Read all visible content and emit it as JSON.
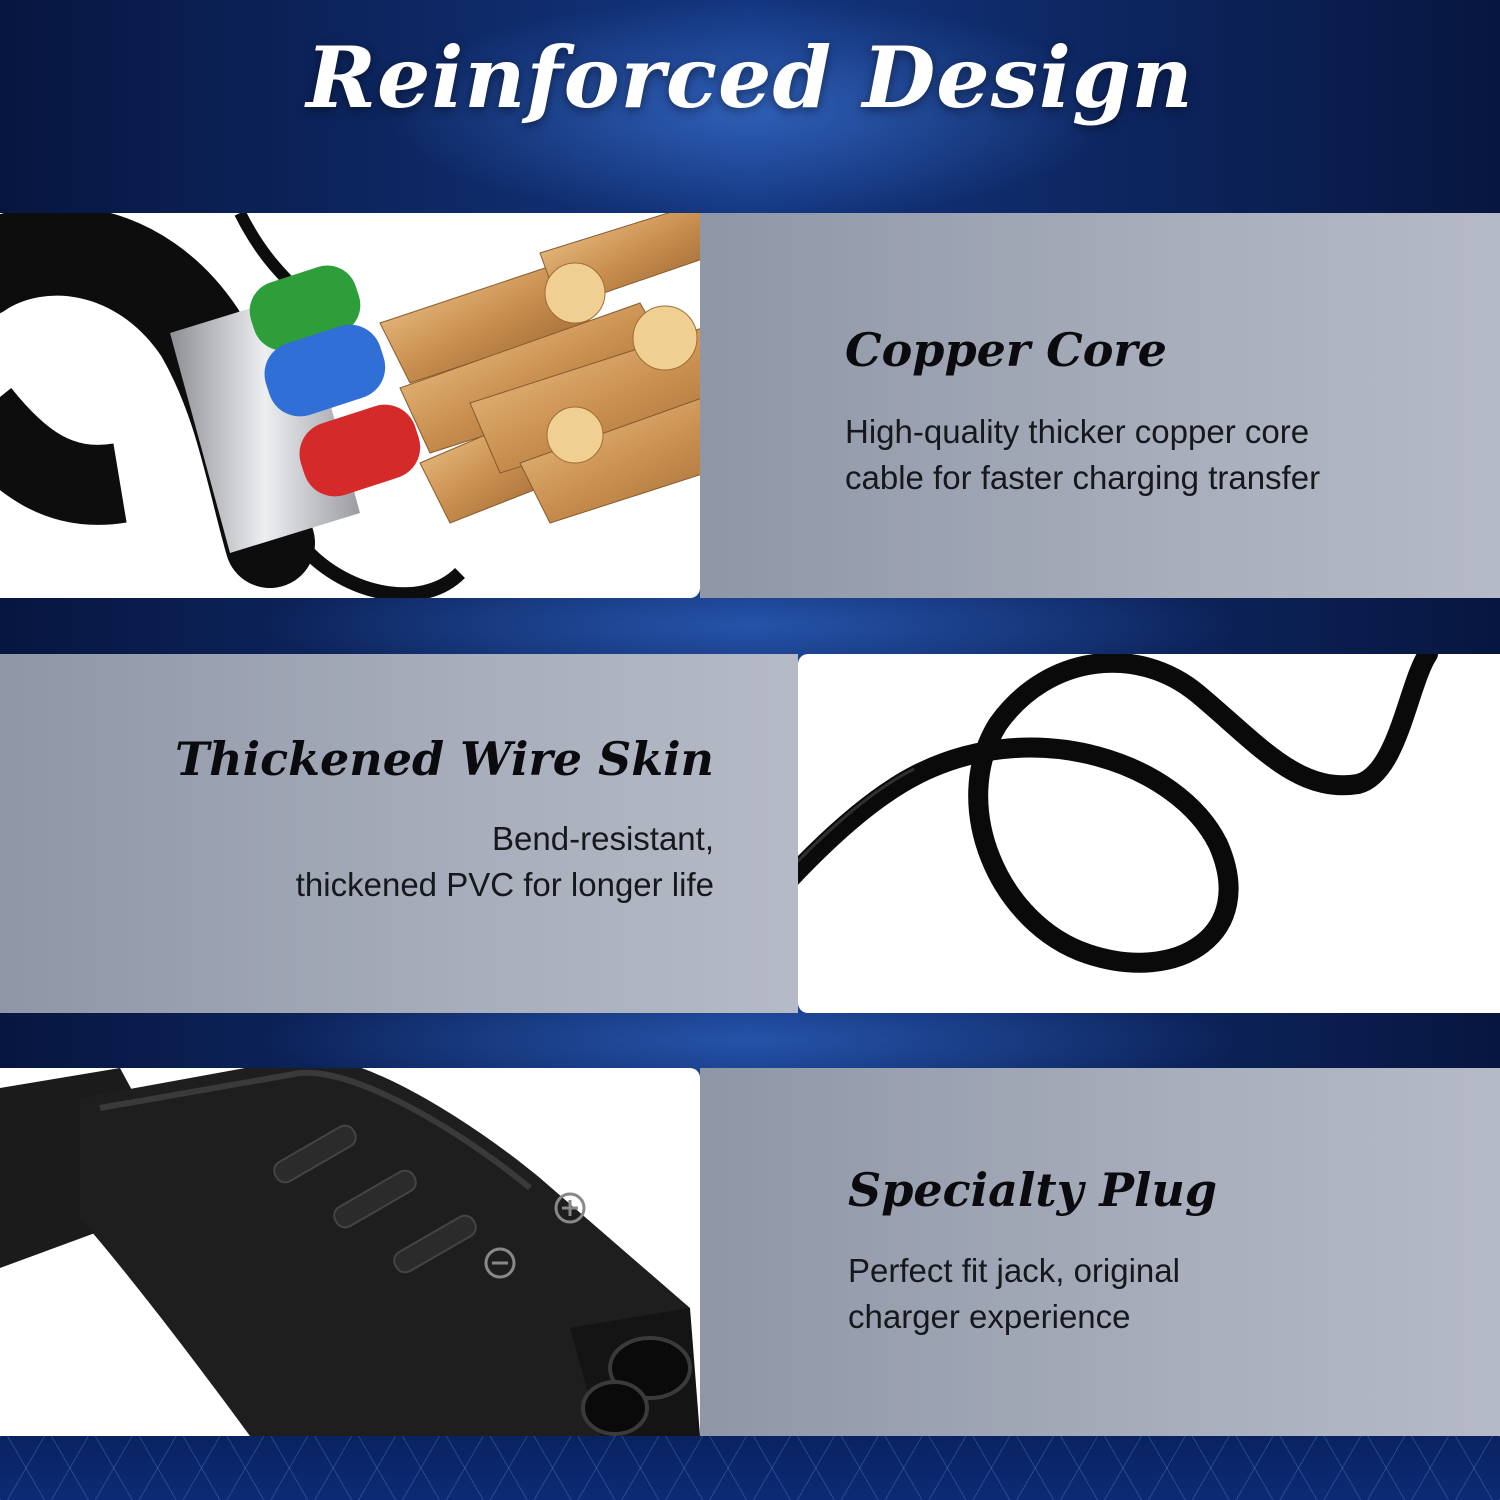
{
  "title": "Reinforced Design",
  "features": [
    {
      "heading": "Copper Core",
      "lines": [
        "High-quality thicker copper core",
        "cable for faster charging transfer"
      ]
    },
    {
      "heading": "Thickened Wire Skin",
      "lines": [
        "Bend-resistant,",
        "thickened PVC for longer life"
      ]
    },
    {
      "heading": "Specialty Plug",
      "lines": [
        "Perfect fit jack, original",
        "charger experience"
      ]
    }
  ],
  "icons": [
    "copper-core-cable-illustration",
    "coiled-cable-illustration",
    "plug-connector-illustration"
  ],
  "colors": {
    "background": "#0b1f52",
    "title": "#ffffff",
    "panel_grey": "#a8aebb",
    "copper": "#c98f4f",
    "wire_green": "#2e9e3a",
    "wire_blue": "#2f6fd6",
    "wire_red": "#d42a2a"
  }
}
